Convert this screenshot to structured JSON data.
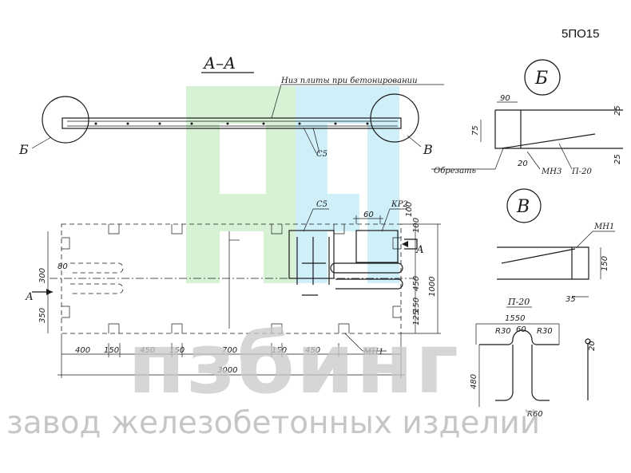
{
  "drawing_code": "5ПО15",
  "section": {
    "title": "А–А",
    "note": "Низ плиты при бетонировании",
    "callout_left": "Б",
    "callout_right": "В",
    "bar_label": "С5"
  },
  "plan": {
    "labels": {
      "c5": "С5",
      "kp2": "КР2",
      "mn1": "МН1",
      "section_mark": "А"
    },
    "dims_top": [
      "60",
      "100"
    ],
    "dims_left": [
      "80",
      "300",
      "350"
    ],
    "dims_right": [
      "100",
      "450",
      "125",
      "150",
      "1000"
    ],
    "dims_bottom": [
      "400",
      "150",
      "450",
      "150",
      "700",
      "150",
      "450"
    ],
    "overall_length": "3000"
  },
  "detail_b": {
    "title": "Б",
    "dims": [
      "90",
      "75",
      "25",
      "20",
      "25"
    ],
    "labels": {
      "cut": "Обрезать",
      "mn3": "МН3",
      "p20": "П-20"
    }
  },
  "detail_v": {
    "title": "В",
    "dims": [
      "150",
      "35"
    ],
    "labels": {
      "mn1": "МН1"
    }
  },
  "p20_detail": {
    "title": "П-20",
    "dims": [
      "1550",
      "R30",
      "60",
      "R30",
      "480",
      "R60",
      "20"
    ]
  },
  "watermark": {
    "brand": "пзбинг",
    "tagline": "завод железобетонных изделий",
    "colors": {
      "green": "#c8ecc4",
      "blue": "#bfe9f7",
      "gray": "#c9c9c9"
    }
  }
}
